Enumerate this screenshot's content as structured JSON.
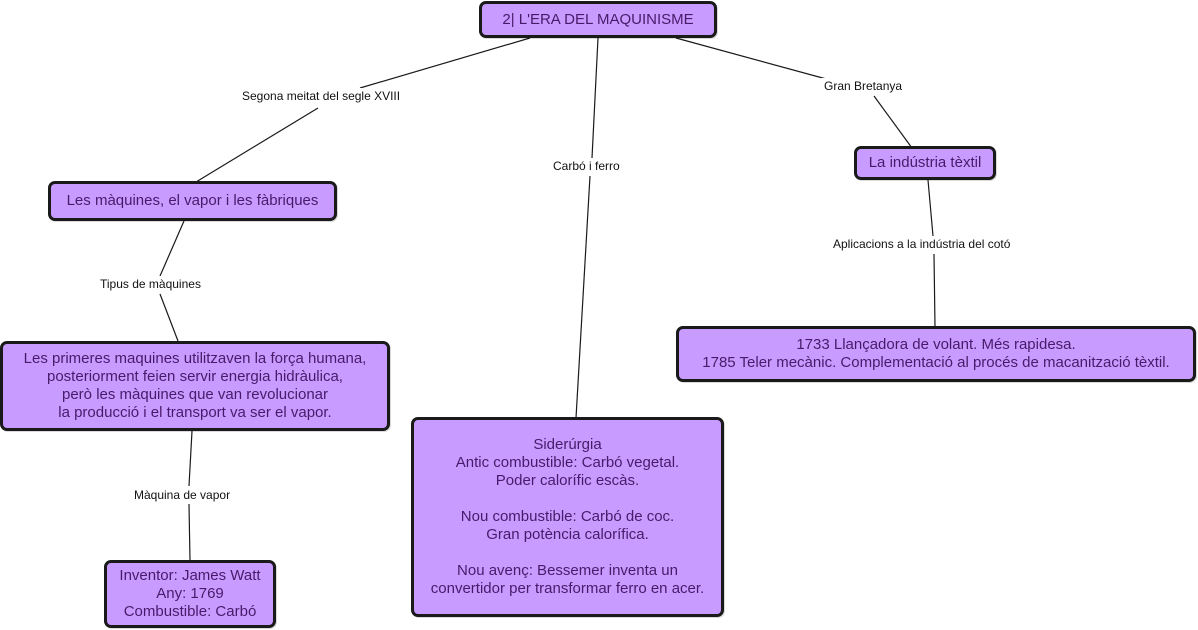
{
  "colors": {
    "node_fill": "#c79bff",
    "node_border": "#1a1a1a",
    "node_text": "#4a1a6a",
    "line": "#1a1a1a"
  },
  "nodes": {
    "root": {
      "lines": [
        "2| L'ERA DEL MAQUINISME"
      ]
    },
    "maquines": {
      "lines": [
        "Les màquines, el vapor i les fàbriques"
      ]
    },
    "primeres": {
      "lines": [
        "Les primeres maquines utilitzaven la força humana,",
        "posteriorment feien servir energia hidràulica,",
        "però les màquines que van revolucionar",
        "la producció i el transport va ser el vapor."
      ]
    },
    "inventor": {
      "lines": [
        "Inventor: James Watt",
        "Any: 1769",
        "Combustible: Carbó"
      ]
    },
    "siderurgia": {
      "lines": [
        "Siderúrgia",
        "Antic combustible: Carbó vegetal.",
        "Poder calorífic escàs.",
        "",
        "Nou combustible: Carbó de coc.",
        "Gran potència calorífica.",
        "",
        "Nou avenç: Bessemer inventa un",
        "convertidor per transformar ferro en acer."
      ]
    },
    "textil": {
      "lines": [
        "La indústria tèxtil"
      ]
    },
    "llancadora": {
      "lines": [
        "1733 Llançadora de volant. Més rapidesa.",
        "1785 Teler mecànic. Complementació al procés de macanització tèxtil."
      ]
    }
  },
  "links": {
    "segona": "Segona meitat del segle XVIII",
    "carbo": "Carbó i ferro",
    "gran": "Gran Bretanya",
    "tipus": "Tipus de màquines",
    "vapor": "Màquina de vapor",
    "aplicacions": "Aplicacions a la indústria del cotó"
  }
}
